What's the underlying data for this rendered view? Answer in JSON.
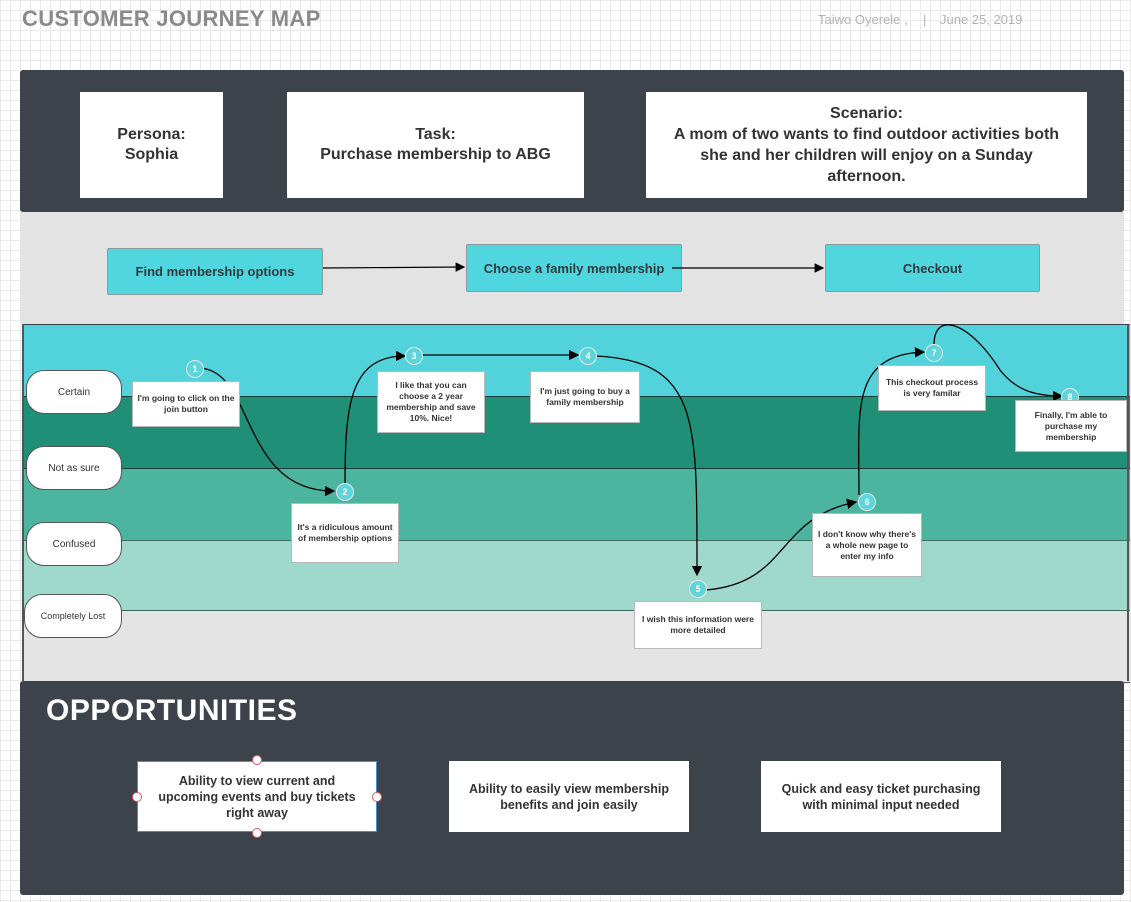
{
  "header": {
    "title": "CUSTOMER JOURNEY MAP",
    "author": "Taiwo Oyerele ,",
    "separator": "|",
    "date": "June 25, 2019"
  },
  "info": {
    "persona_label": "Persona:",
    "persona_value": "Sophia",
    "task_label": "Task:",
    "task_value": "Purchase membership to ABG",
    "scenario_label": "Scenario:",
    "scenario_value": "A mom of two wants to find outdoor activities both she and her children will enjoy on a Sunday afternoon."
  },
  "steps": [
    "Find membership options",
    "Choose a family membership",
    "Checkout"
  ],
  "lanes": [
    "Certain",
    "Not as sure",
    "Confused",
    "Completely Lost"
  ],
  "colors": {
    "dark_panel": "#3d434b",
    "step_fill": "#4fd6de",
    "band_certain_top": "#52d3dc",
    "band_certain": "#1f8f77",
    "band_not_sure": "#4cb59f",
    "band_confused": "#9fd9cb",
    "band_lost": "#e4e4e4",
    "selection_handle": "#e0556a"
  },
  "touchpoints": [
    {
      "n": "1",
      "text": "I'm going to click on the join button"
    },
    {
      "n": "2",
      "text": "It's a ridiculous amount of membership options"
    },
    {
      "n": "3",
      "text": "I like that you can choose a 2 year membership and save 10%. Nice!"
    },
    {
      "n": "4",
      "text": "I'm just going to buy a family membership"
    },
    {
      "n": "5",
      "text": "I wish this information were more detailed"
    },
    {
      "n": "6",
      "text": "I don't know why there's a whole new page to enter my info"
    },
    {
      "n": "7",
      "text": "This checkout process is very familar"
    },
    {
      "n": "8",
      "text": "Finally, I'm able to purchase my membership"
    }
  ],
  "opportunities": {
    "title": "OPPORTUNITIES",
    "items": [
      "Ability to view current and upcoming events and buy tickets right away",
      "Ability to easily view membership benefits  and join easily",
      "Quick and easy ticket purchasing with minimal input needed"
    ]
  }
}
